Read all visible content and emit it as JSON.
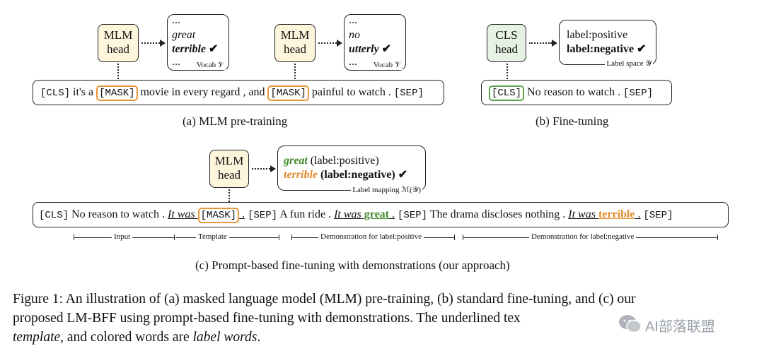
{
  "panel_a": {
    "head1": [
      "MLM",
      "head"
    ],
    "vocab1": {
      "top": "...",
      "w1": "great",
      "w2": "terrible",
      "check": "✔",
      "bottom": "...",
      "label": "Vocab 𝒱"
    },
    "head2": [
      "MLM",
      "head"
    ],
    "vocab2": {
      "top": "...",
      "w1": "no",
      "w2": "utterly",
      "check": "✔",
      "bottom": "...",
      "label": "Vocab 𝒱"
    },
    "sequence": {
      "cls": "[CLS]",
      "t1": " it's a ",
      "mask1": "[MASK]",
      "t2": " movie in every regard , and ",
      "mask2": "[MASK]",
      "t3": " painful to watch . ",
      "sep": "[SEP]"
    },
    "caption": "(a) MLM pre-training"
  },
  "panel_b": {
    "head": [
      "CLS",
      "head"
    ],
    "labels": {
      "l1": "label:positive",
      "l2": "label:negative",
      "check": "✔",
      "label": "Label space 𝒴"
    },
    "sequence": {
      "cls": "[CLS]",
      "t1": " No reason to watch . ",
      "sep": "[SEP]"
    },
    "caption": "(b) Fine-tuning"
  },
  "panel_c": {
    "head": [
      "MLM",
      "head"
    ],
    "mapping": {
      "w1": "great",
      "l1": " (label:positive)",
      "w2": "terrible",
      "l2": " (label:negative)",
      "check": "✔",
      "label": "Label mapping ℳ(𝒴)"
    },
    "sequence": {
      "cls": "[CLS]",
      "input": " No reason to watch . ",
      "tmpl": "It was",
      "mask": "[MASK]",
      "dot1": " .",
      "sep1": "[SEP]",
      "demo1_text": " A fun ride . ",
      "demo1_tmpl": "It was",
      "demo1_word": "great",
      "dot2": " .",
      "sep2": "[SEP]",
      "demo2_text": " The drama discloses nothing . ",
      "demo2_tmpl": "It was",
      "demo2_word": "terrible",
      "dot3": " .",
      "sep3": "[SEP]"
    },
    "spans": {
      "input": "Input",
      "template": "Template",
      "demo_pos": "Demonstration for label:positive",
      "demo_neg": "Demonstration for label:negative"
    },
    "caption": "(c) Prompt-based fine-tuning with demonstrations (our approach)"
  },
  "figure_caption": {
    "line1": "Figure 1: An illustration of (a) masked language model (MLM) pre-training, (b) standard fine-tuning, and (c) our",
    "line2": "proposed LM-BFF using prompt-based fine-tuning with demonstrations. The underlined tex",
    "line3a": "template",
    "line3b": ", and colored words are ",
    "line3c": "label words",
    "line3d": "."
  },
  "watermark": "AI部落联盟",
  "colors": {
    "mlm_head": "#fdf6dc",
    "cls_head": "#e6f2e3",
    "green": "#3f8a2a",
    "orange": "#e38b2c"
  }
}
